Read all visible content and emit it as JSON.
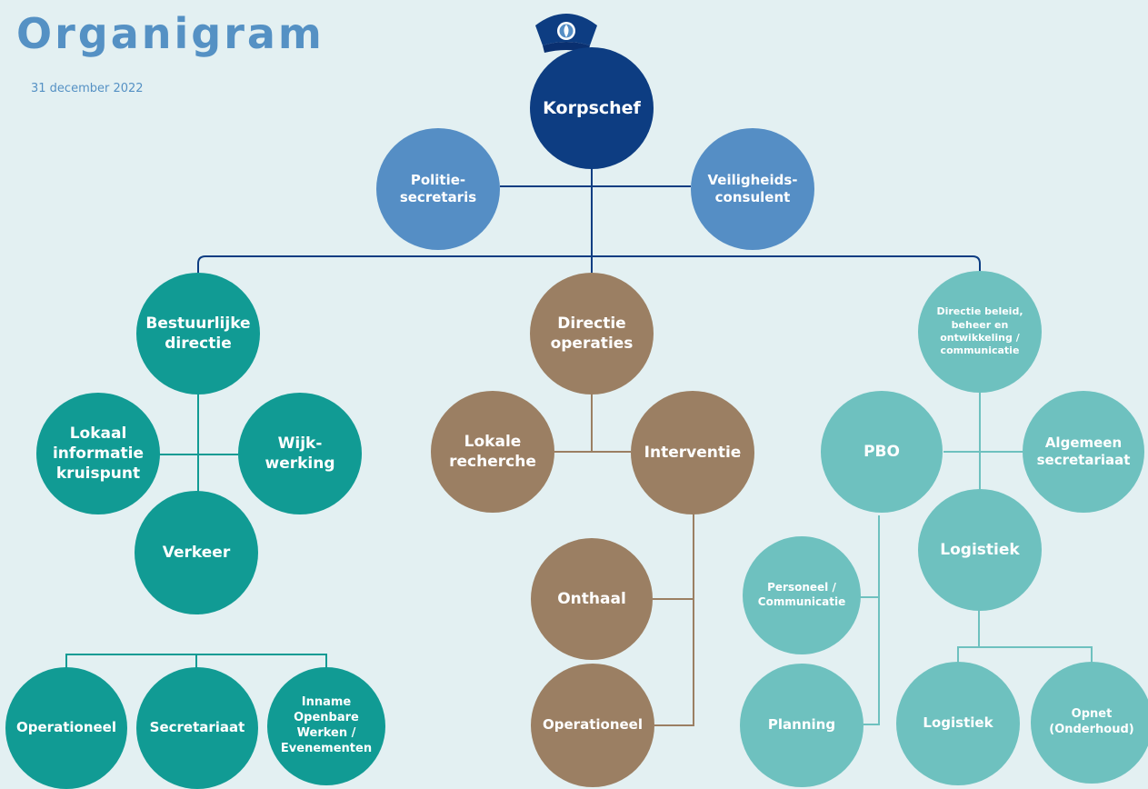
{
  "header": {
    "title": "Organigram",
    "date": "31 december 2022"
  },
  "colors": {
    "background": "#e3f0f2",
    "title": "#5591c4",
    "korpschef": "#0d3d82",
    "staff": "#558ec5",
    "bestuurlijke_directie": "#119b94",
    "directie_operaties": "#9b7f63",
    "directie_beleid": "#6ec1bf"
  },
  "icons": [
    "police-cap-icon"
  ],
  "nodes": {
    "korpschef": "Korpschef",
    "politiesecretaris": "Politie-\nsecretaris",
    "veiligheidsconsulent": "Veiligheids-\nconsulent",
    "bestuurlijke_directie": "Bestuurlijke\ndirectie",
    "lokaal_informatie_kruispunt": "Lokaal\ninformatie\nkruispunt",
    "wijkwerking": "Wijk-\nwerking",
    "verkeer": "Verkeer",
    "operationeel_verkeer": "Operationeel",
    "secretariaat": "Secretariaat",
    "inname_openbare_werken": "Inname\nOpenbare\nWerken /\nEvenementen",
    "directie_operaties": "Directie\noperaties",
    "lokale_recherche": "Lokale\nrecherche",
    "interventie": "Interventie",
    "onthaal": "Onthaal",
    "operationeel_operaties": "Operationeel",
    "directie_beleid": "Directie beleid,\nbeheer en\nontwikkeling /\ncommunicatie",
    "pbo": "PBO",
    "algemeen_secretariaat": "Algemeen\nsecretariaat",
    "logistiek_dienst": "Logistiek",
    "personeel_communicatie": "Personeel /\nCommunicatie",
    "planning": "Planning",
    "logistiek": "Logistiek",
    "opnet": "Opnet\n(Onderhoud)"
  }
}
